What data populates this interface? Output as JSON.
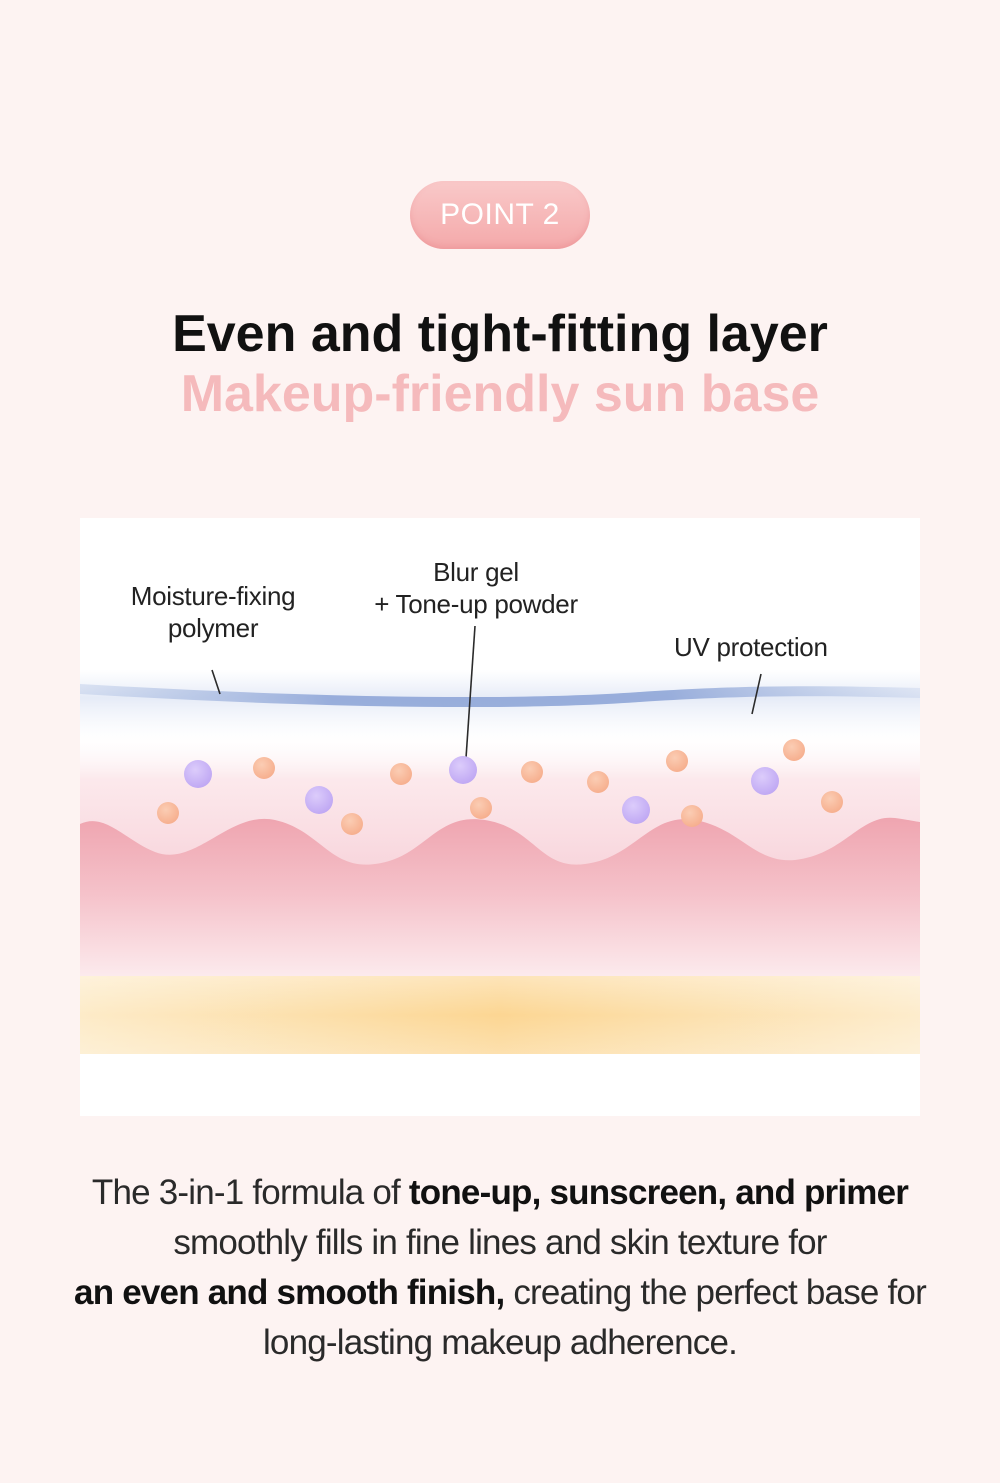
{
  "badge": "POINT 2",
  "headline": {
    "line1": "Even and tight-fitting layer",
    "line2": "Makeup-friendly sun base"
  },
  "diagram": {
    "labels": {
      "moisture_line1": "Moisture-fixing",
      "moisture_line2": "polymer",
      "blur_line1": "Blur gel",
      "blur_line2": "+ Tone-up powder",
      "uv": "UV protection"
    },
    "colors": {
      "uv_band": "#8ea6d6",
      "purple_particle": "#c9b3f6",
      "orange_particle": "#f8b99b",
      "skin_pink": "#f0a9b4",
      "base_yellow": "#fcd79a"
    }
  },
  "description": {
    "l1_a": "The 3-in-1 formula of ",
    "l1_b": "tone-up, sunscreen, and primer",
    "l2": "smoothly fills in fine lines and skin texture for",
    "l3_a": "an even and smooth finish,",
    "l3_b": " creating the perfect base for",
    "l4": "long-lasting makeup adherence."
  }
}
